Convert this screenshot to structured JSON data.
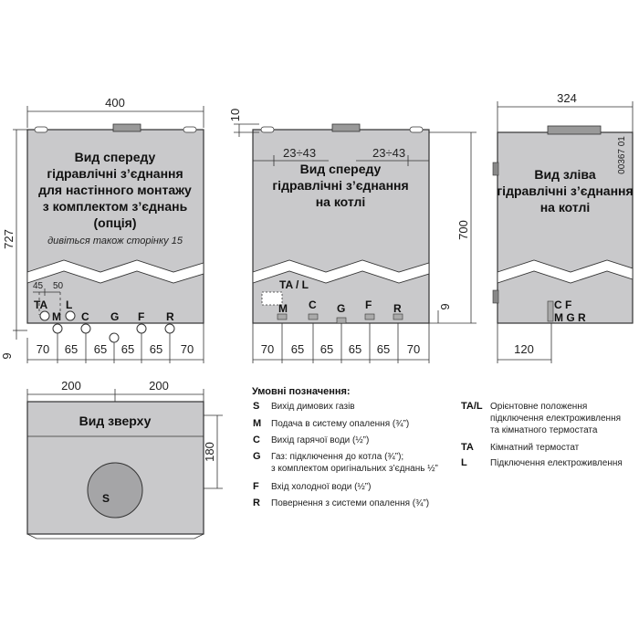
{
  "dims": {
    "width_front": "400",
    "width_side": "324",
    "gap_top": "10",
    "height_total": "727",
    "height_unit": "700",
    "offset_bottom": "9",
    "offset_bottom2": "9",
    "offset_small_45": "45",
    "offset_small_50": "50",
    "spacing_first": "70",
    "spacing_65": "65",
    "spacing_last": "70",
    "offset_2343": "23÷43",
    "side_depth": "120",
    "top_left": "200",
    "top_right": "200",
    "top_depth": "180"
  },
  "views": {
    "front_left": {
      "line1": "Вид спереду",
      "line2": "гідравлічні з’єднання",
      "line3": "для настінного монтажу",
      "line4": "з комплектом з’єднань",
      "line5": "(опція)",
      "note": "дивіться також сторінку 15"
    },
    "front_middle": {
      "line1": "Вид спереду",
      "line2": "гідравлічні з’єднання",
      "line3": "на котлі"
    },
    "side": {
      "line1": "Вид зліва",
      "line2": "гідравлічні з’єднання",
      "line3": "на котлі",
      "code": "00367 01"
    },
    "top": {
      "title": "Вид зверху",
      "flue": "S"
    }
  },
  "connections": {
    "ta": "TA",
    "l": "L",
    "tal": "TA / L",
    "m": "M",
    "c": "C",
    "g": "G",
    "f": "F",
    "r": "R",
    "side_cf": "C F",
    "side_mgr": "M G R"
  },
  "legend": {
    "title": "Умовні позначення:",
    "items": [
      {
        "key": "S",
        "text": "Вихід димових газів"
      },
      {
        "key": "M",
        "text": "Подача в систему опалення (¾”)"
      },
      {
        "key": "C",
        "text": "Вихід гарячої води (½”)"
      },
      {
        "key": "G",
        "text": "Газ: підключення до котла (¾”);"
      },
      {
        "key": "",
        "text": "з комплектом оригінальних з’єднань ½”"
      },
      {
        "key": "F",
        "text": "Вхід холодної води (½”)"
      },
      {
        "key": "R",
        "text": "Повернення з системи опалення (¾”)"
      }
    ],
    "items_right": [
      {
        "key": "TA/L",
        "text": "Орієнтовне положення"
      },
      {
        "key": "",
        "text": "підключення електроживлення"
      },
      {
        "key": "",
        "text": "та кімнатного термостата"
      },
      {
        "key": "TA",
        "text": "Кімнатний термостат"
      },
      {
        "key": "L",
        "text": "Підключення електроживлення"
      }
    ]
  }
}
